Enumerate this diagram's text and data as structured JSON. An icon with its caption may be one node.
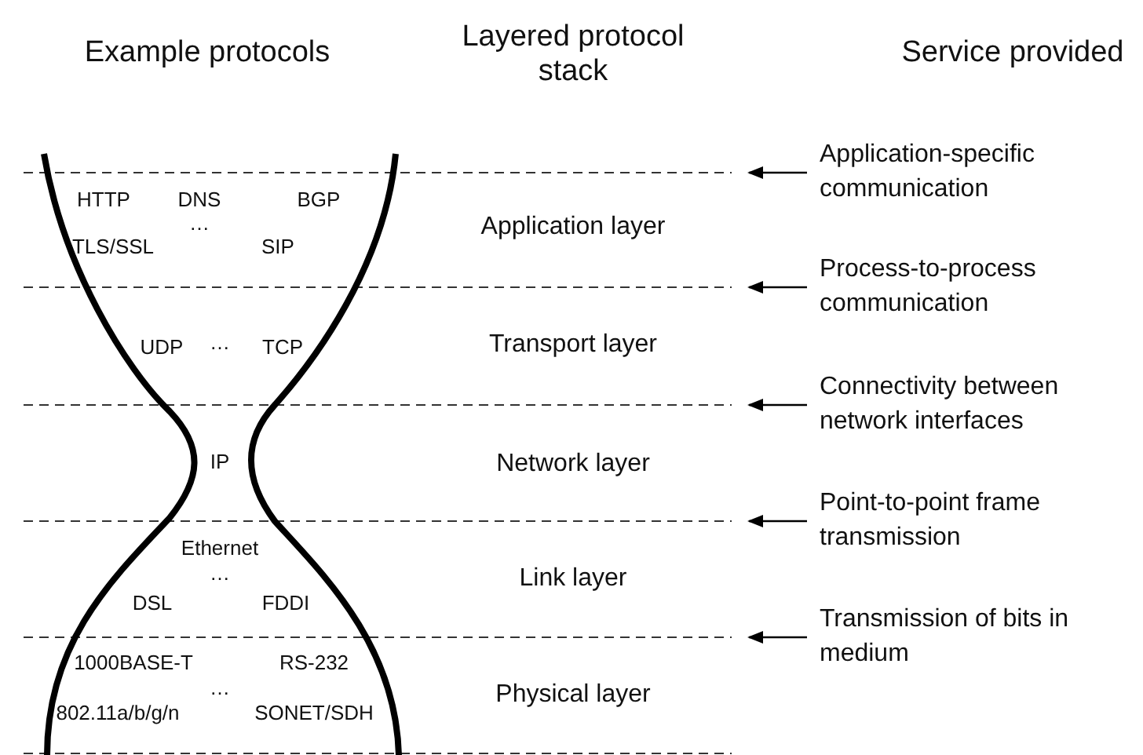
{
  "diagram": {
    "nodes": [
      {
        "text": [
          "Application-specific communication"
        ]
      },
      {
        "text": [
          "Process-to-process communication"
        ]
      },
      {
        "text": [
          "Connectivity between network interfaces"
        ]
      },
      {
        "text": [
          "Point-to-point frame transmission"
        ]
      },
      {
        "text": [
          "Transmission of bits in medium"
        ]
      }
    ],
    "edges": [
      {
        "from": 0,
        "to": null,
        "arrow": "to"
      },
      {
        "from": 1,
        "to": null,
        "arrow": "to"
      },
      {
        "from": 2,
        "to": null,
        "arrow": "to"
      },
      {
        "from": 3,
        "to": null,
        "arrow": "to"
      },
      {
        "from": 4,
        "to": null,
        "arrow": "to"
      }
    ],
    "labels": [
      "Example protocols",
      "Layered protocol stack",
      "Service provided",
      "HTTP",
      "DNS",
      "BGP",
      "…",
      "TLS/SSL",
      "SIP",
      "Application layer",
      "UDP",
      "…",
      "TCP",
      "Transport layer",
      "IP",
      "Network layer",
      "Ethernet",
      "…",
      "DSL",
      "FDDI",
      "Link layer",
      "1000BASE-T",
      "RS-232",
      "…",
      "802.11a/b/g/n",
      "SONET/SDH",
      "Physical layer"
    ]
  }
}
